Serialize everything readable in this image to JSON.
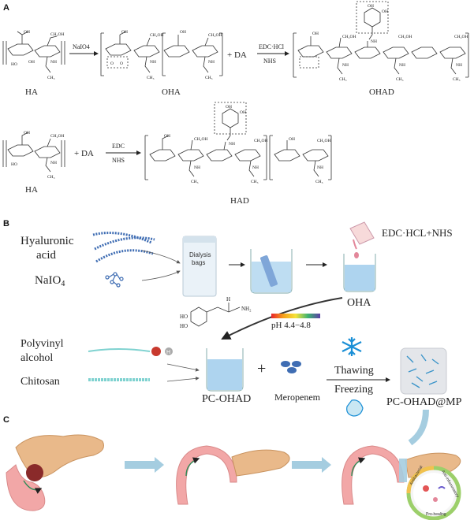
{
  "panels": {
    "a": "A",
    "b": "B",
    "c": "C"
  },
  "panel_a": {
    "row1": {
      "ha_label": "HA",
      "step1_reagent": "NaIO4",
      "oha_label": "OHA",
      "plus_da": "+ DA",
      "step2_reagent_top": "EDC·HCl",
      "step2_reagent_bottom": "NHS",
      "ohad_label": "OHAD"
    },
    "row2": {
      "ha_label": "HA",
      "plus_da": "+ DA",
      "reagent_top": "EDC",
      "reagent_bottom": "NHS",
      "had_label": "HAD"
    },
    "atom_labels": {
      "oh": "OH",
      "o": "O",
      "ch2oh": "CH2OH",
      "nh": "NH",
      "ho": "HO",
      "ch3": "CH3",
      "n": "n"
    }
  },
  "panel_b": {
    "hyaluronic_acid": [
      "Hyaluronic",
      "acid"
    ],
    "naio4": "NaIO4",
    "dialysis_bags": [
      "Dialysis",
      "bags"
    ],
    "edc_hcl_nhs": "EDC·HCL+NHS",
    "oha": "OHA",
    "dopamine_formula": "HO-(C6H3)-CH2-CH-NH2",
    "ph_label": "pH 4.4−4.8",
    "polyvinyl_alcohol": [
      "Polyvinyl",
      "alcohol"
    ],
    "chitosan": "Chitosan",
    "pc_ohad": "PC-OHAD",
    "plus": "+",
    "meropenem": "Meropenem",
    "thawing": "Thawing",
    "freezing": "Freezing",
    "product": "PC-OHAD@MP"
  },
  "panel_c": {
    "badge_labels": [
      "Antibacterial",
      "Anti-inflammatory",
      "Pro-healing"
    ]
  },
  "colors": {
    "pancreas": "#e9b98a",
    "intestine": "#f2a7a7",
    "arrow": "#8fc4d6",
    "beaker_liquid": "#aed4ef",
    "chain_blue": "#3f6db3",
    "snowflake": "#1a8fd6"
  }
}
